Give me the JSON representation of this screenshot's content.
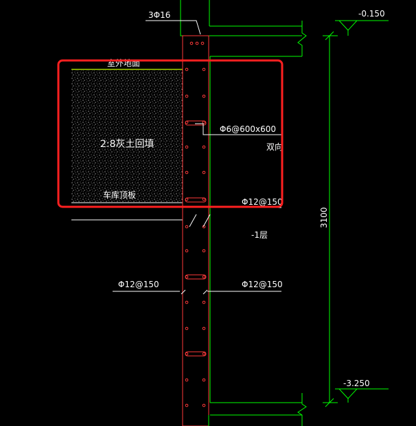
{
  "labels": {
    "top_rebar": "3Φ16",
    "elev_top": "-0.150",
    "outdoor_ground": "室外地面",
    "backfill": "2:8灰土回填",
    "garage_roof": "车库顶板",
    "tie_bar": "Φ6@600x600",
    "two_way": "双向",
    "rebar_upper_right": "Φ12@150",
    "level_minus1": "-1层",
    "height_dim": "3100",
    "rebar_mid_left": "Φ12@150",
    "rebar_mid_right": "Φ12@150",
    "elev_bottom": "-3.250"
  },
  "colors": {
    "background": "#000000",
    "wall_outline": "#ff3a3a",
    "slab_outline": "#00ff00",
    "highlight_box": "#ff2020",
    "leaders": "#ffffff",
    "ground_line": "#c8ff00"
  }
}
